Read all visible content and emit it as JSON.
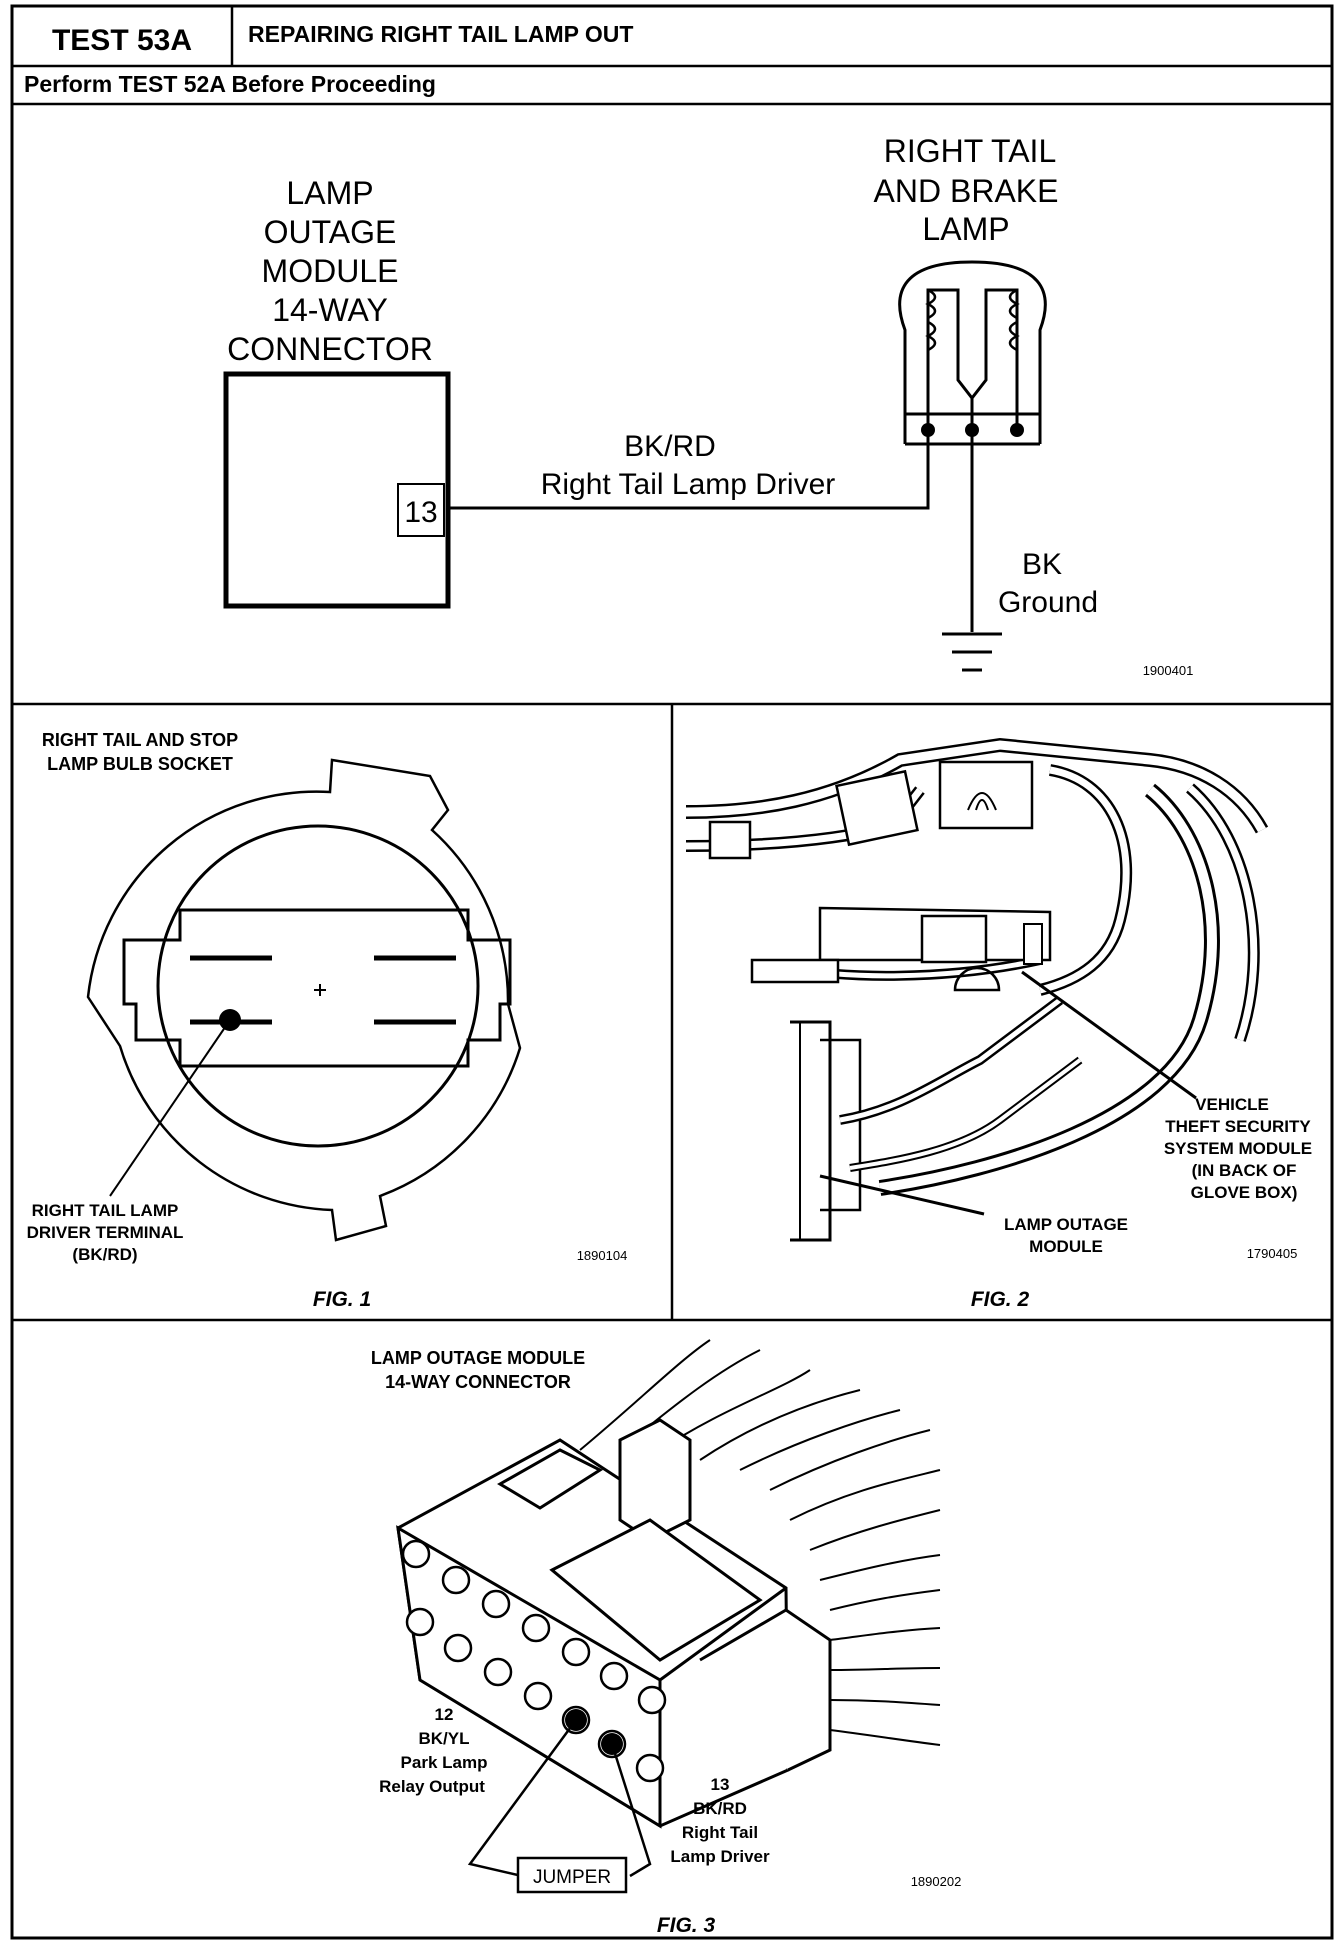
{
  "header": {
    "test_id": "TEST 53A",
    "title": "REPAIRING RIGHT TAIL LAMP OUT",
    "prerequisite": "Perform TEST 52A Before Proceeding"
  },
  "schematic": {
    "module_label": [
      "LAMP",
      "OUTAGE",
      "MODULE",
      "14-WAY",
      "CONNECTOR"
    ],
    "pin_number": "13",
    "lamp_label": [
      "RIGHT TAIL",
      "AND BRAKE",
      "LAMP"
    ],
    "wire_color": "BK/RD",
    "wire_name": "Right Tail Lamp Driver",
    "ground_color": "BK",
    "ground_name": "Ground",
    "ref_number": "1900401"
  },
  "fig1": {
    "title": [
      "RIGHT TAIL AND STOP",
      "LAMP BULB SOCKET"
    ],
    "callout": [
      "RIGHT TAIL LAMP",
      "DRIVER TERMINAL",
      "(BK/RD)"
    ],
    "ref_number": "1890104",
    "caption": "FIG. 1"
  },
  "fig2": {
    "vtss_callout": [
      "VEHICLE",
      "THEFT SECURITY",
      "SYSTEM MODULE",
      "(IN BACK OF",
      "GLOVE BOX)"
    ],
    "lom_callout": [
      "LAMP OUTAGE",
      "MODULE"
    ],
    "ref_number": "1790405",
    "caption": "FIG. 2"
  },
  "fig3": {
    "title": [
      "LAMP OUTAGE MODULE",
      "14-WAY CONNECTOR"
    ],
    "pin12_callout": [
      "12",
      "BK/YL",
      "Park Lamp",
      "Relay Output"
    ],
    "pin13_callout": [
      "13",
      "BK/RD",
      "Right Tail",
      "Lamp Driver"
    ],
    "jumper_label": "JUMPER",
    "ref_number": "1890202",
    "caption": "FIG. 3"
  }
}
